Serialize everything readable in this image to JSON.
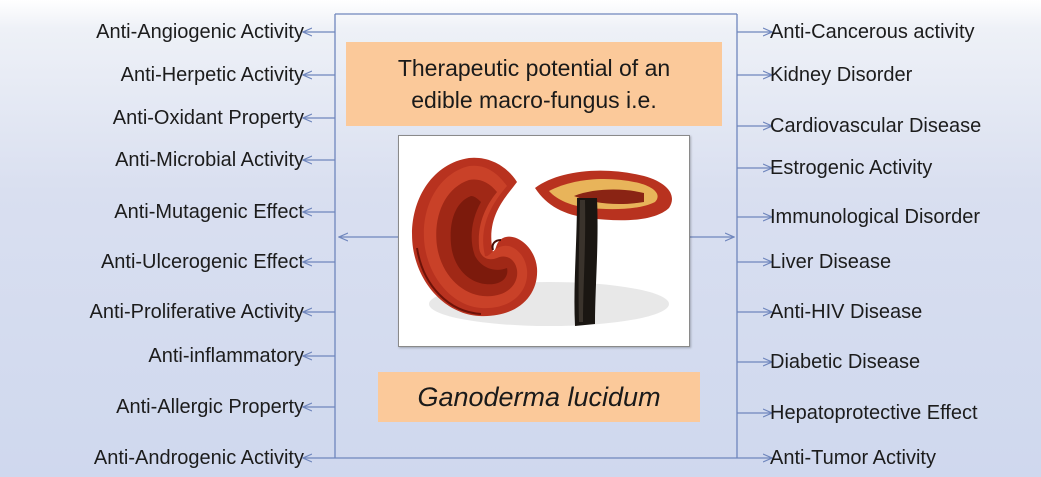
{
  "title": "Therapeutic potential of an edible macro-fungus i.e.",
  "species": "Ganoderma lucidum",
  "photo": {
    "icon": "ganoderma-mushroom-photo",
    "colors": {
      "cap": "#b8321f",
      "cap_dark": "#6e1208",
      "rim": "#e8b45a",
      "stem": "#1a1612"
    }
  },
  "left_activities": [
    "Anti-Angiogenic Activity",
    "Anti-Herpetic Activity",
    "Anti-Oxidant Property",
    "Anti-Microbial Activity",
    "Anti-Mutagenic Effect",
    "Anti-Ulcerogenic Effect",
    "Anti-Proliferative Activity",
    "Anti-inflammatory",
    "Anti-Allergic Property",
    "Anti-Androgenic Activity"
  ],
  "right_activities": [
    "Anti-Cancerous activity",
    "Kidney Disorder",
    "Cardiovascular Disease",
    "Estrogenic Activity",
    "Immunological Disorder",
    "Liver Disease",
    "Anti-HIV Disease",
    "Diabetic Disease",
    "Hepatoprotective Effect",
    "Anti-Tumor Activity"
  ],
  "colors": {
    "connector": "#6f86bd",
    "label_box": "#fbc99a",
    "background": "#d3dbef"
  }
}
